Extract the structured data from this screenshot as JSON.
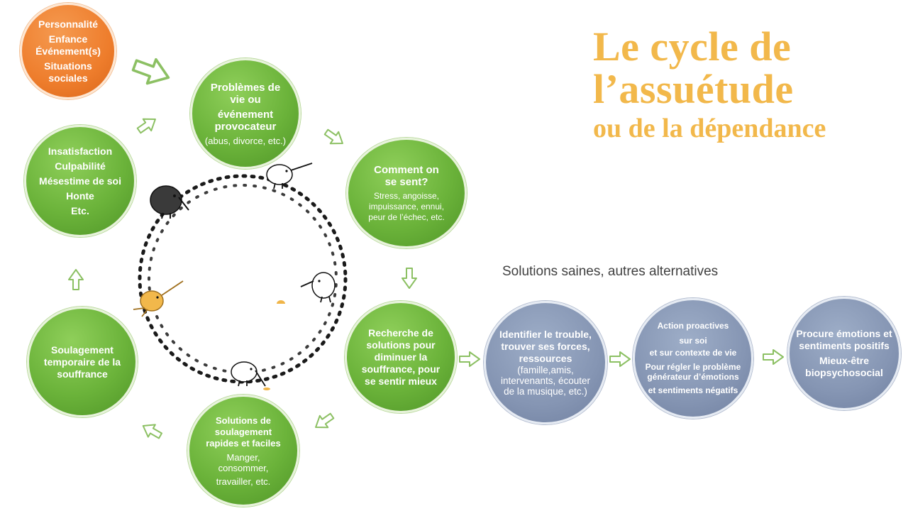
{
  "title": {
    "line1": "Le cycle de",
    "line2": "l’assuétude",
    "line3": "ou de la dépendance"
  },
  "causes": {
    "items": [
      "Personnalité",
      "Enfance",
      "Événement(s)",
      "Situations sociales"
    ]
  },
  "cycle": {
    "problemes": {
      "title": "Problèmes de vie ou",
      "title2": "événement provocateur",
      "detail": "(abus, divorce, etc.)"
    },
    "ressenti": {
      "title": "Comment on se sent?",
      "detail": "Stress, angoisse, impuissance, ennui, peur de l’échec, etc."
    },
    "recherche": {
      "title": "Recherche de solutions pour diminuer la souffrance, pour se sentir mieux"
    },
    "solutions": {
      "title": "Solutions de soulagement rapides et faciles",
      "detail1": "Manger, consommer,",
      "detail2": "travailler, etc."
    },
    "soulagement": {
      "title": "Soulagement temporaire de la souffrance"
    },
    "insatisfaction": {
      "items": [
        "Insatisfaction",
        "Culpabilité",
        "Mésestime de soi",
        "Honte",
        "Etc."
      ]
    }
  },
  "alternatives": {
    "label": "Solutions saines, autres alternatives",
    "identifier": {
      "title": "Identifier le trouble, trouver ses forces, ressources",
      "detail": "(famille,amis, intervenants, écouter de la musique, etc.)"
    },
    "action": {
      "title": "Action proactives",
      "l1": "sur soi",
      "l2": "et sur contexte  de vie",
      "l3": "Pour régler le problème générateur d’émotions",
      "l4": "et sentiments négatifs"
    },
    "procure": {
      "title": "Procure émotions et sentiments positifs",
      "detail": "Mieux-être biopsychosocial"
    }
  },
  "colors": {
    "green": "#6bb33a",
    "blue": "#8595b3",
    "orange": "#ee7d2c",
    "title": "#f2b84b",
    "arrow": "#8cc063"
  }
}
